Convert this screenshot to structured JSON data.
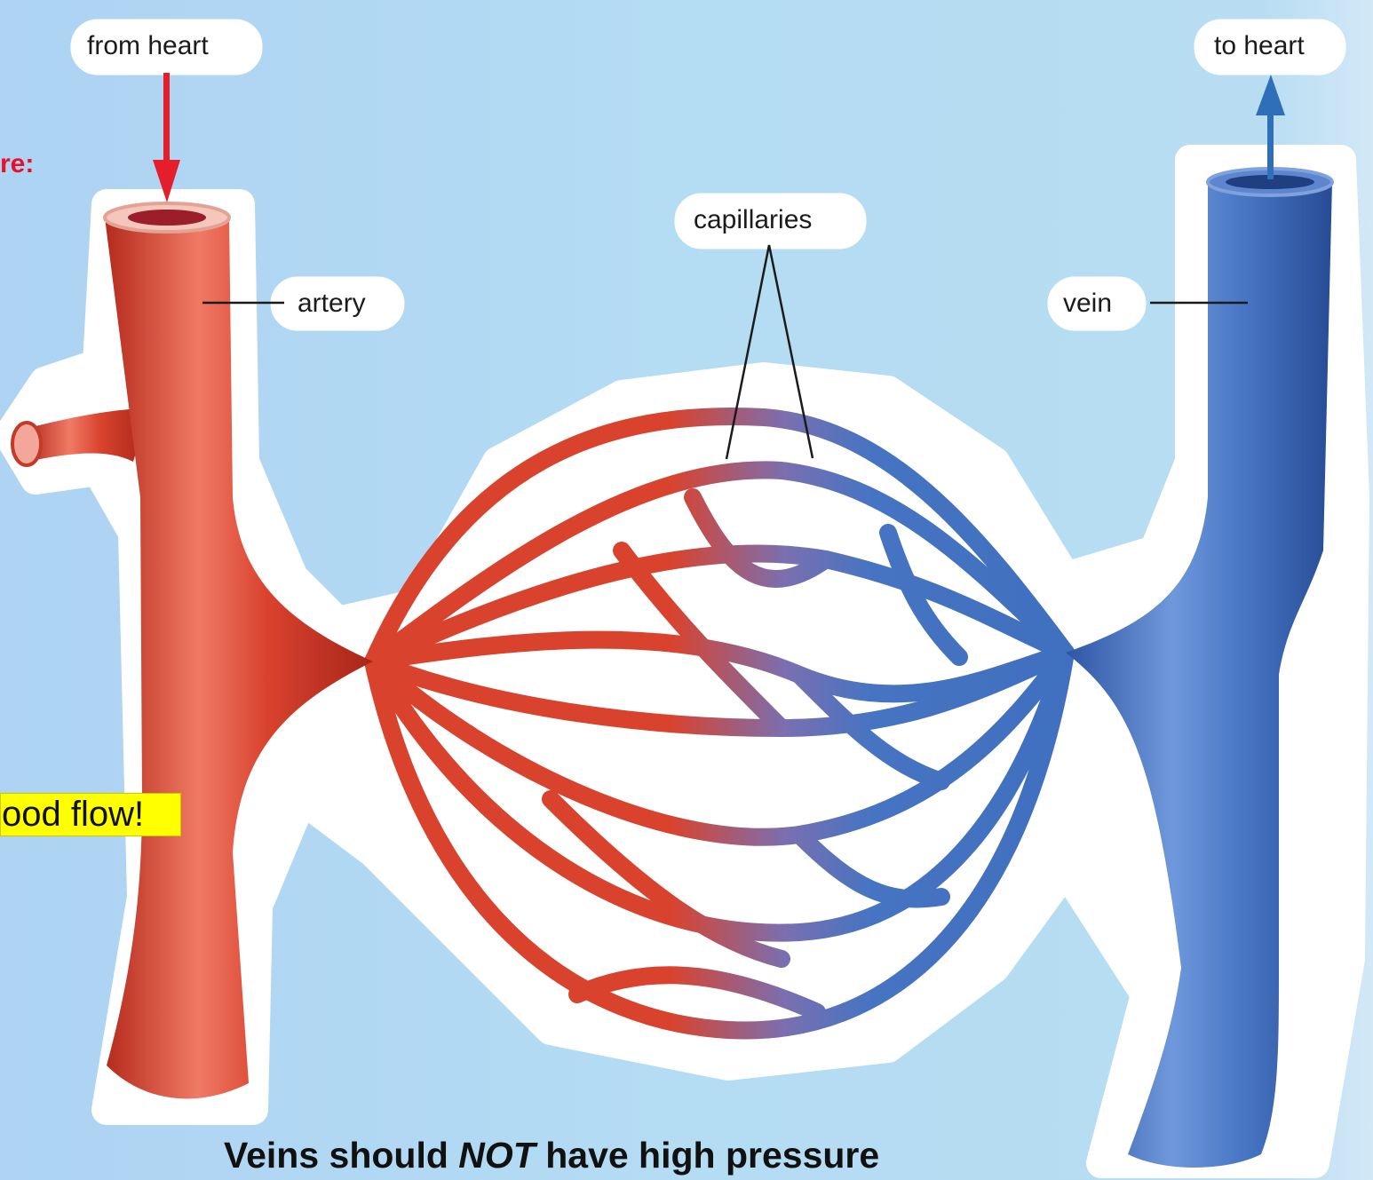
{
  "diagram": {
    "labels": {
      "from_heart": "from heart",
      "to_heart": "to heart",
      "capillaries": "capillaries",
      "artery": "artery",
      "vein": "vein"
    },
    "clipped_text_red": "re:",
    "clipped_text_yellow": "ood flow!",
    "caption_pre": "Veins should ",
    "caption_emph": "NOT",
    "caption_post": " have high pressure",
    "colors": {
      "artery": "#d9432e",
      "vein": "#3f6fbf",
      "arrow_from_heart": "#e41e2a",
      "arrow_to_heart": "#2f6fba",
      "background": "#b4dcf3",
      "highlight": "#ffff00",
      "emphasis_text": "#e8102a"
    }
  }
}
